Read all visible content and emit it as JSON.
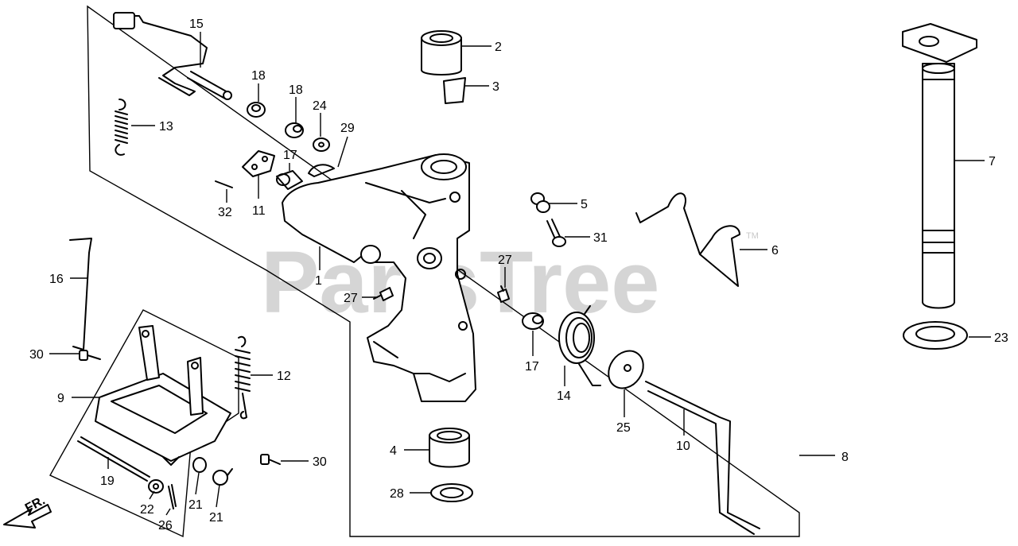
{
  "watermark": {
    "text": "PartsTree",
    "tm": "TM"
  },
  "direction": {
    "label": "FR."
  },
  "callouts": {
    "c1": "1",
    "c2": "2",
    "c3": "3",
    "c4": "4",
    "c5": "5",
    "c6": "6",
    "c7": "7",
    "c8": "8",
    "c9": "9",
    "c10": "10",
    "c11": "11",
    "c12": "12",
    "c13": "13",
    "c14": "14",
    "c15": "15",
    "c16": "16",
    "c17a": "17",
    "c17b": "17",
    "c18a": "18",
    "c18b": "18",
    "c19": "19",
    "c21a": "21",
    "c21b": "21",
    "c22": "22",
    "c23": "23",
    "c24": "24",
    "c25": "25",
    "c26": "26",
    "c27a": "27",
    "c27b": "27",
    "c28": "28",
    "c29": "29",
    "c30a": "30",
    "c30b": "30",
    "c31": "31",
    "c32": "32"
  }
}
